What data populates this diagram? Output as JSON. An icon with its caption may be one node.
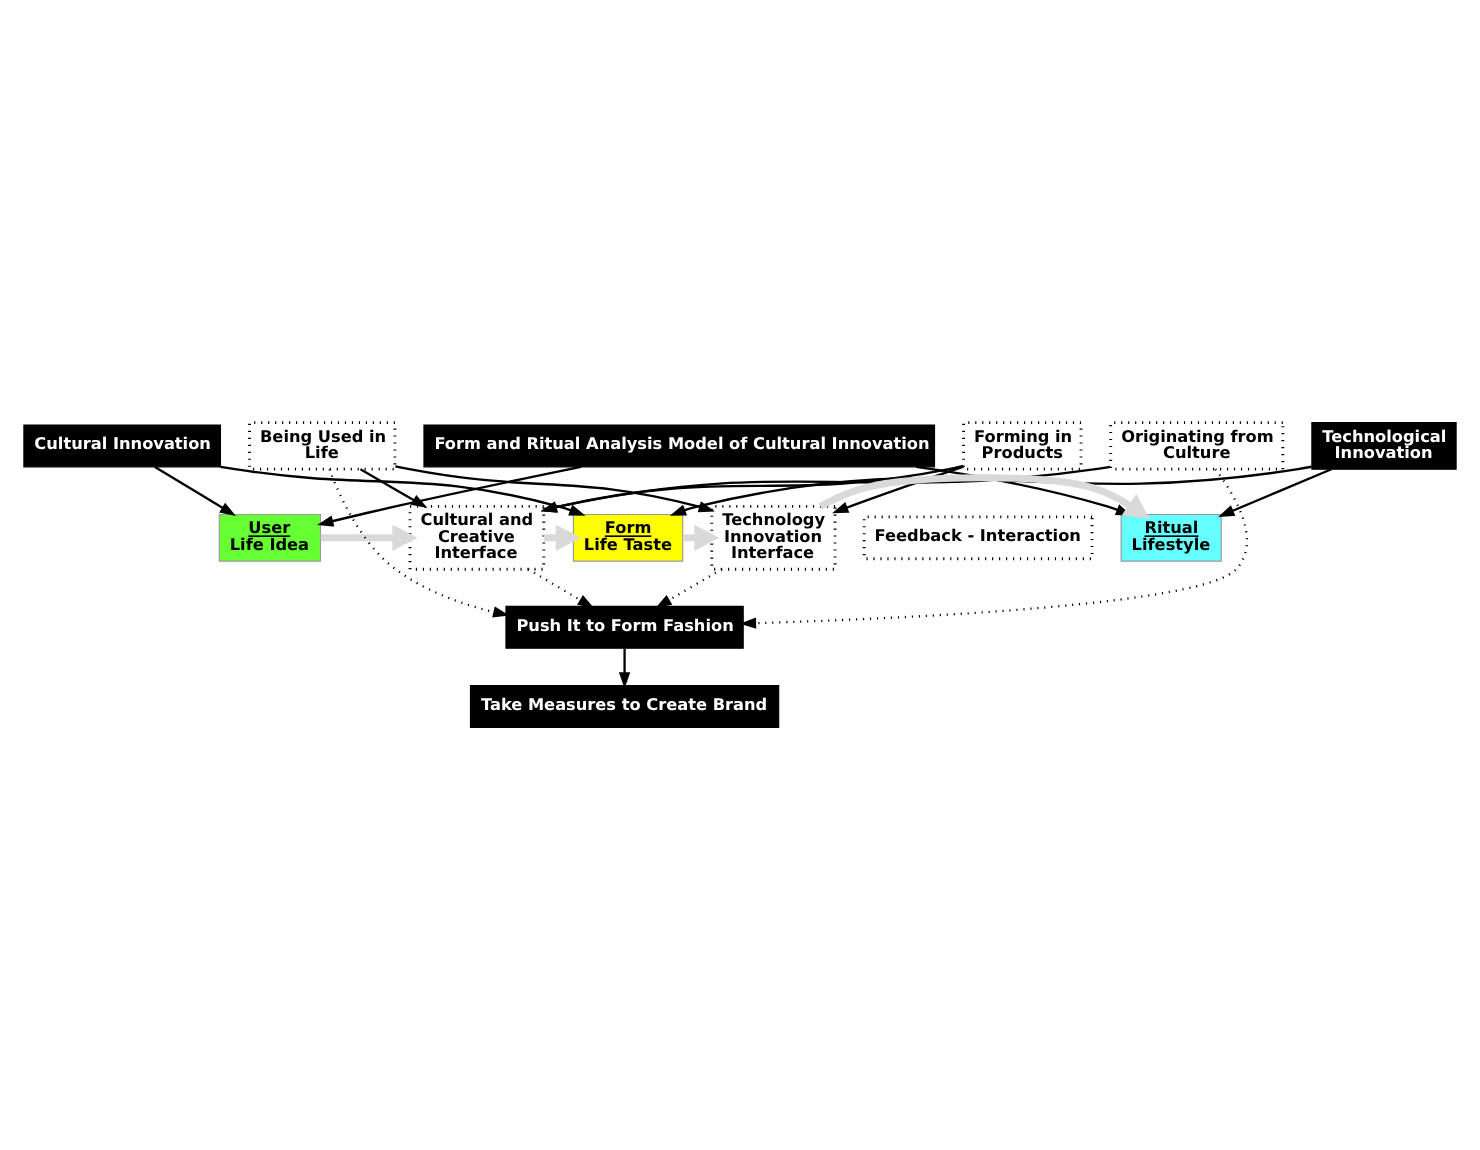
{
  "diagram": {
    "nodes": [
      {
        "text": [
          "Form and Ritual Analysis Model of Cultural Innovation"
        ]
      },
      {
        "text": [
          "Cultural Innovation"
        ]
      },
      {
        "text": [
          "Technological Innovation"
        ]
      },
      {
        "text": [
          "User",
          "Life Idea"
        ]
      },
      {
        "text": [
          "Originating from Culture"
        ]
      },
      {
        "text": [
          "Cultural and Creative Interface"
        ]
      },
      {
        "text": [
          "Form",
          "Life Taste"
        ]
      },
      {
        "text": [
          "Forming in Products"
        ]
      },
      {
        "text": [
          "Technology Innovation Interface"
        ]
      },
      {
        "text": [
          "Ritual",
          "Lifestyle"
        ]
      },
      {
        "text": [
          "Being Used in Life"
        ]
      },
      {
        "text": [
          "Feedback - Interaction"
        ]
      },
      {
        "text": [
          "Push It to Form Fashion"
        ]
      },
      {
        "text": [
          "Take Measures to Create Brand"
        ]
      }
    ],
    "edges": [
      {
        "from": 0,
        "to": 3,
        "arrow": "to"
      },
      {
        "from": 0,
        "to": 9,
        "arrow": "to"
      },
      {
        "from": 1,
        "to": 3,
        "arrow": "to"
      },
      {
        "from": 1,
        "to": 6,
        "arrow": "to"
      },
      {
        "from": 2,
        "to": 6,
        "arrow": "to"
      },
      {
        "from": 2,
        "to": 9,
        "arrow": "to"
      },
      {
        "from": 3,
        "to": 5,
        "arrow": "to",
        "style": "thick",
        "color": "#d9d9d9"
      },
      {
        "from": 5,
        "to": 6,
        "arrow": "to",
        "style": "thick",
        "color": "#d9d9d9"
      },
      {
        "from": 6,
        "to": 8,
        "arrow": "to",
        "style": "thick",
        "color": "#d9d9d9"
      },
      {
        "from": 8,
        "to": 9,
        "arrow": "to",
        "style": "thick",
        "color": "#d9d9d9"
      },
      {
        "from": 4,
        "to": 5,
        "arrow": "to"
      },
      {
        "from": 7,
        "to": 5,
        "arrow": "to"
      },
      {
        "from": 7,
        "to": 8,
        "arrow": "to"
      },
      {
        "from": 10,
        "to": 8,
        "arrow": "to"
      },
      {
        "from": 10,
        "to": 5,
        "arrow": "to"
      },
      {
        "from": 4,
        "to": 12,
        "arrow": "to",
        "style": "dashed"
      },
      {
        "from": 5,
        "to": 12,
        "arrow": "to",
        "style": "dashed"
      },
      {
        "from": 8,
        "to": 12,
        "arrow": "to",
        "style": "dashed"
      },
      {
        "from": 10,
        "to": 12,
        "arrow": "to",
        "style": "dashed"
      },
      {
        "from": 12,
        "to": 13,
        "arrow": "to"
      }
    ]
  }
}
